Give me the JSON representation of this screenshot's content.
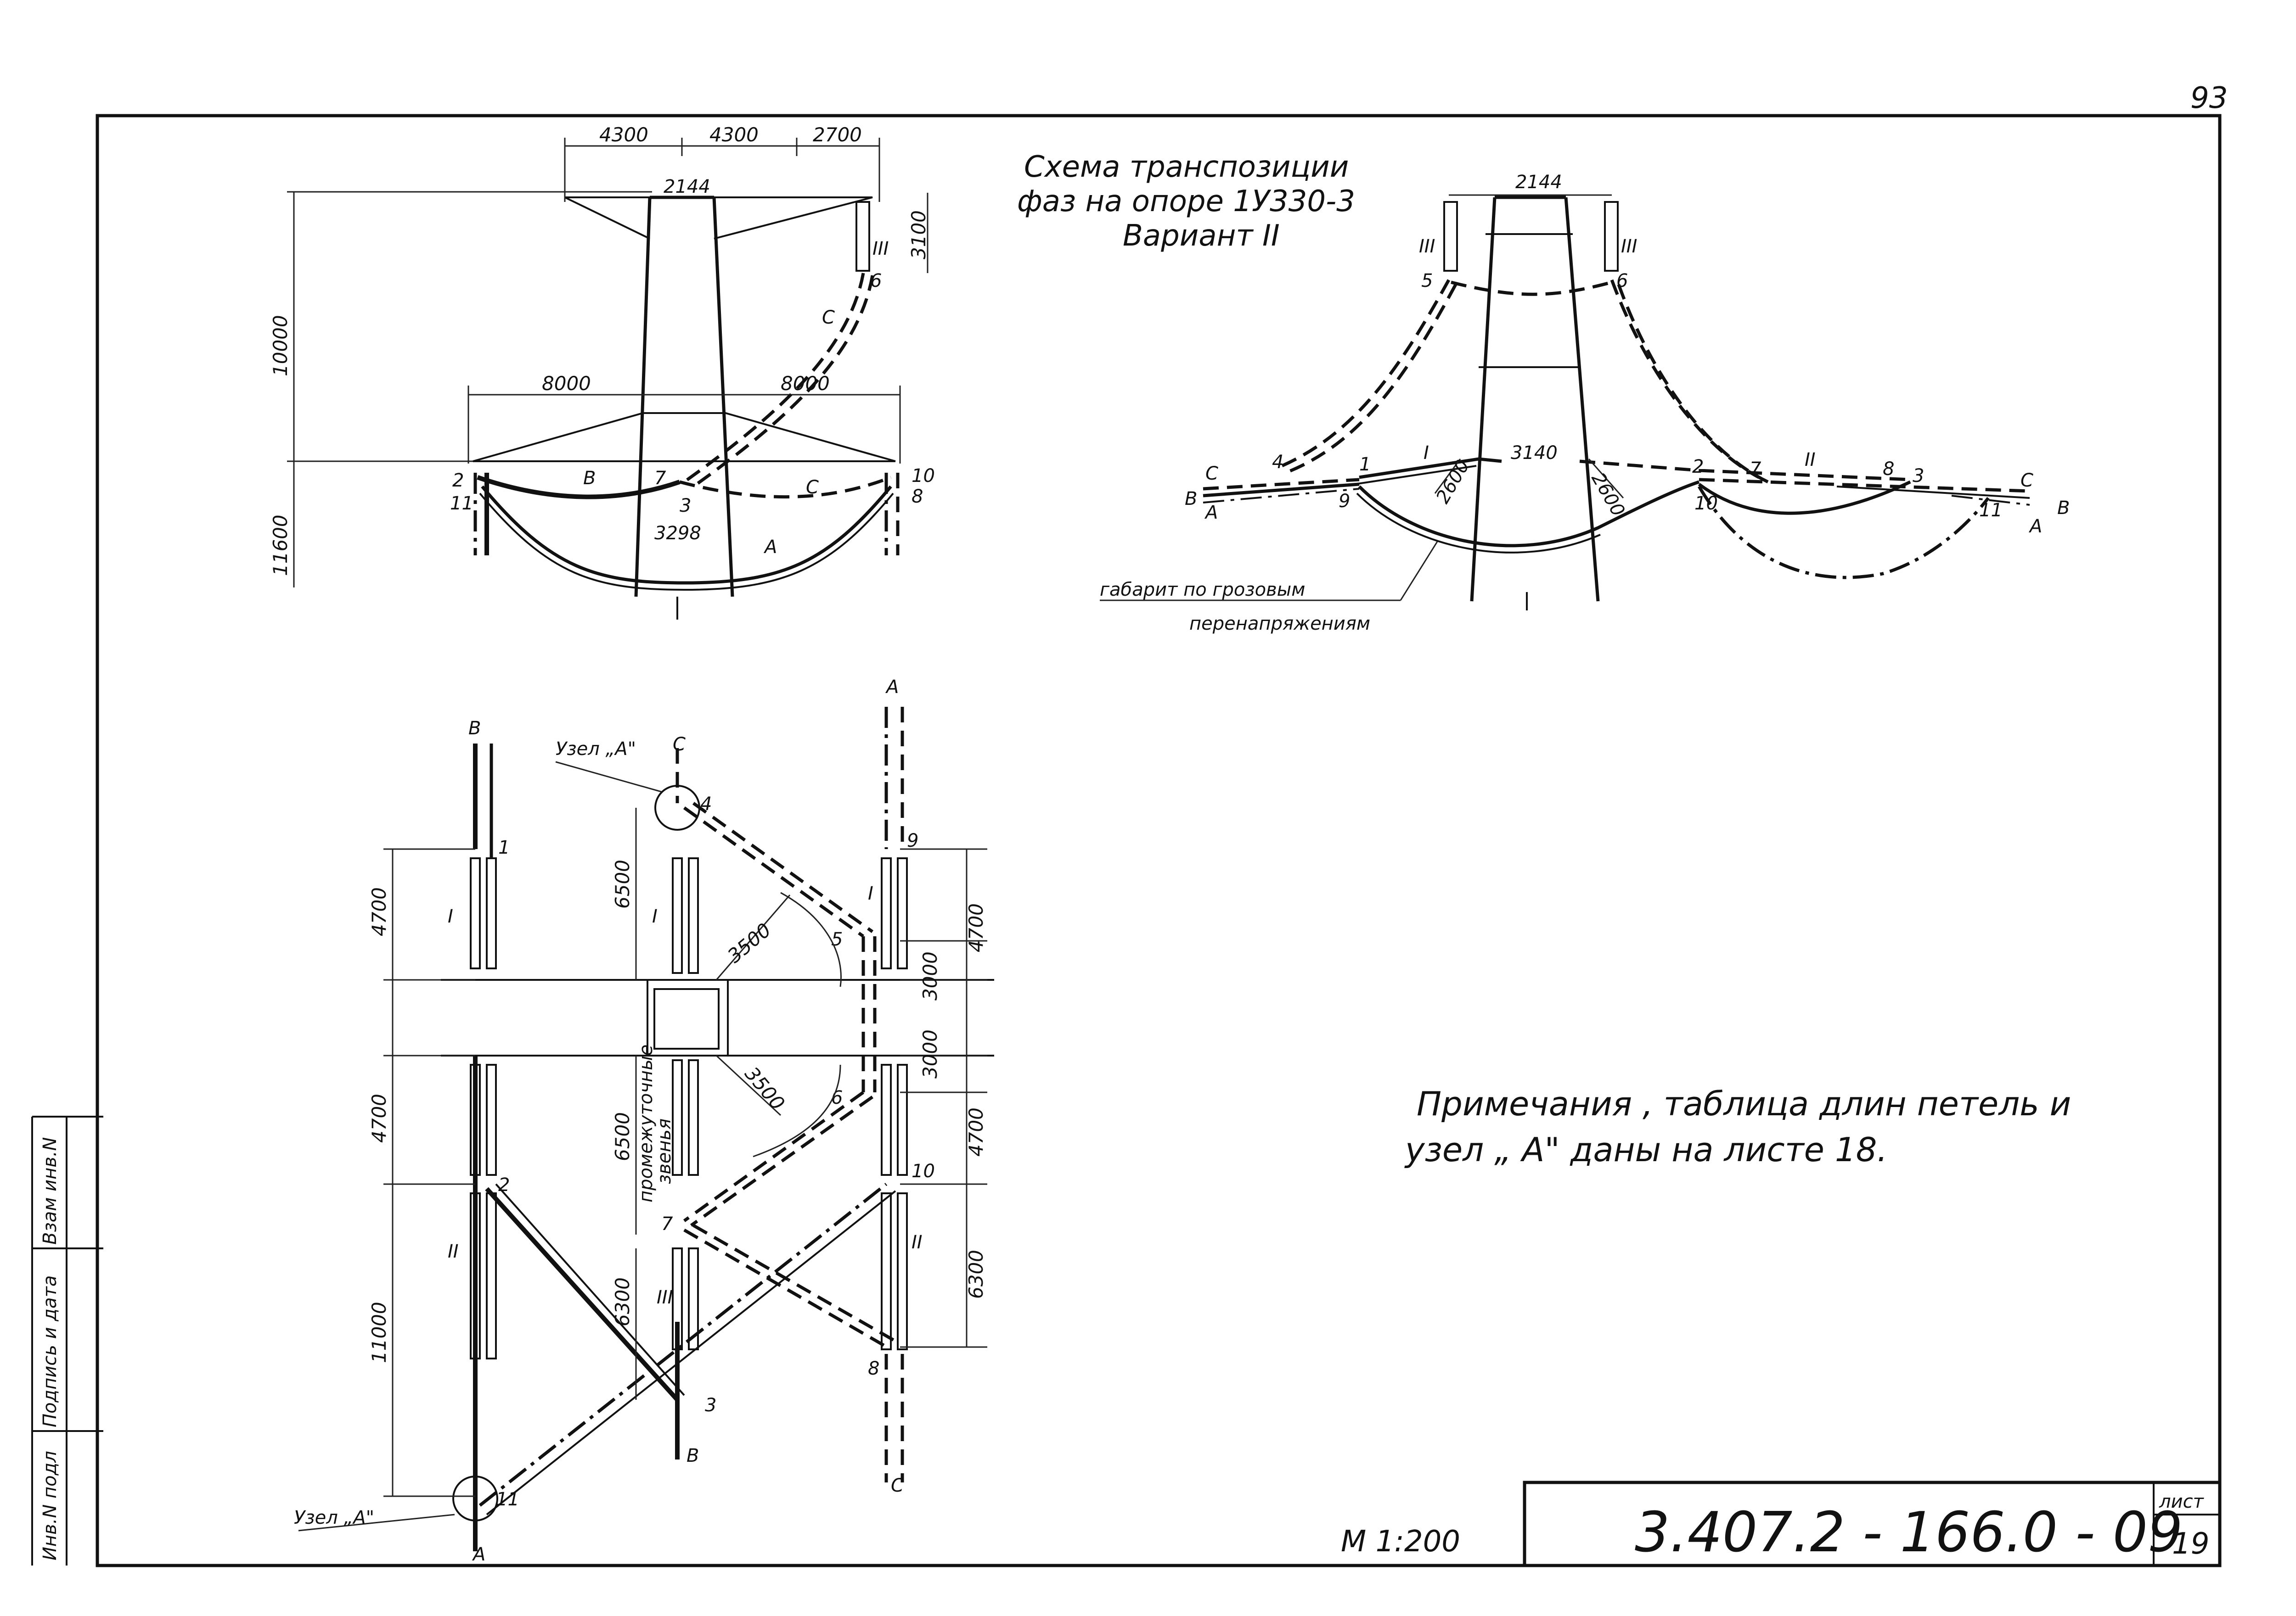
{
  "page_number": "93",
  "title": {
    "line1": "Схема  транспозиции",
    "line2": "фаз на  опоре  1У330-3",
    "line3": "Вариант  II"
  },
  "left_elevation": {
    "top_dims": [
      "4300",
      "4300",
      "2700"
    ],
    "top_width": "2144",
    "mid_dims": [
      "8000",
      "8000"
    ],
    "vertical_dims": [
      "10000",
      "11600",
      "3100"
    ],
    "bottom_width": "3298",
    "phase_labels": [
      "B",
      "C",
      "C",
      "A"
    ],
    "insulator": "III",
    "nodes": [
      "2",
      "11",
      "7",
      "3",
      "10",
      "8",
      "6"
    ]
  },
  "right_elevation": {
    "top_width": "2144",
    "mid_width": "3140",
    "dims": [
      "2600",
      "2600"
    ],
    "insulators": [
      "III",
      "III",
      "I",
      "II"
    ],
    "nodes": [
      "5",
      "6",
      "4",
      "1",
      "9",
      "2",
      "7",
      "8",
      "3",
      "10",
      "11"
    ],
    "wire_labels": [
      "C",
      "B",
      "A",
      "C",
      "B",
      "A"
    ],
    "note_line1": "габарит  по  грозовым",
    "note_line2": "перенапряжениям"
  },
  "plan": {
    "phase_labels_top": [
      "B",
      "C",
      "A"
    ],
    "phase_labels_bottom": [
      "A",
      "B",
      "C"
    ],
    "uzel_top": "Узел „А\"",
    "uzel_bottom": "Узел „А\"",
    "dims_left": [
      "4700",
      "4700",
      "11000"
    ],
    "dims_center": [
      "6500",
      "6500",
      "6300"
    ],
    "dims_right": [
      "4700",
      "3000",
      "3000",
      "4700",
      "6300"
    ],
    "radius_dims": [
      "3500",
      "3500"
    ],
    "insulators": [
      "I",
      "I",
      "I",
      "II",
      "II",
      "III"
    ],
    "nodes": [
      "1",
      "4",
      "9",
      "5",
      "6",
      "2",
      "10",
      "7",
      "3",
      "8",
      "11"
    ],
    "intermediate_label_1": "промежуточные",
    "intermediate_label_2": "звенья"
  },
  "notes": {
    "line1": "Примечания ,  таблица   длин   петель   и",
    "line2": "узел „ А\"   даны     на    листе   18."
  },
  "stamp": {
    "scale": "М 1:200",
    "doc_code": "3.407.2 - 166.0 - 09",
    "sheet_label": "лист",
    "sheet_number": "19",
    "side_labels": [
      "Инв.N подл",
      "Подпись и дата",
      "Взам инв.N"
    ]
  }
}
